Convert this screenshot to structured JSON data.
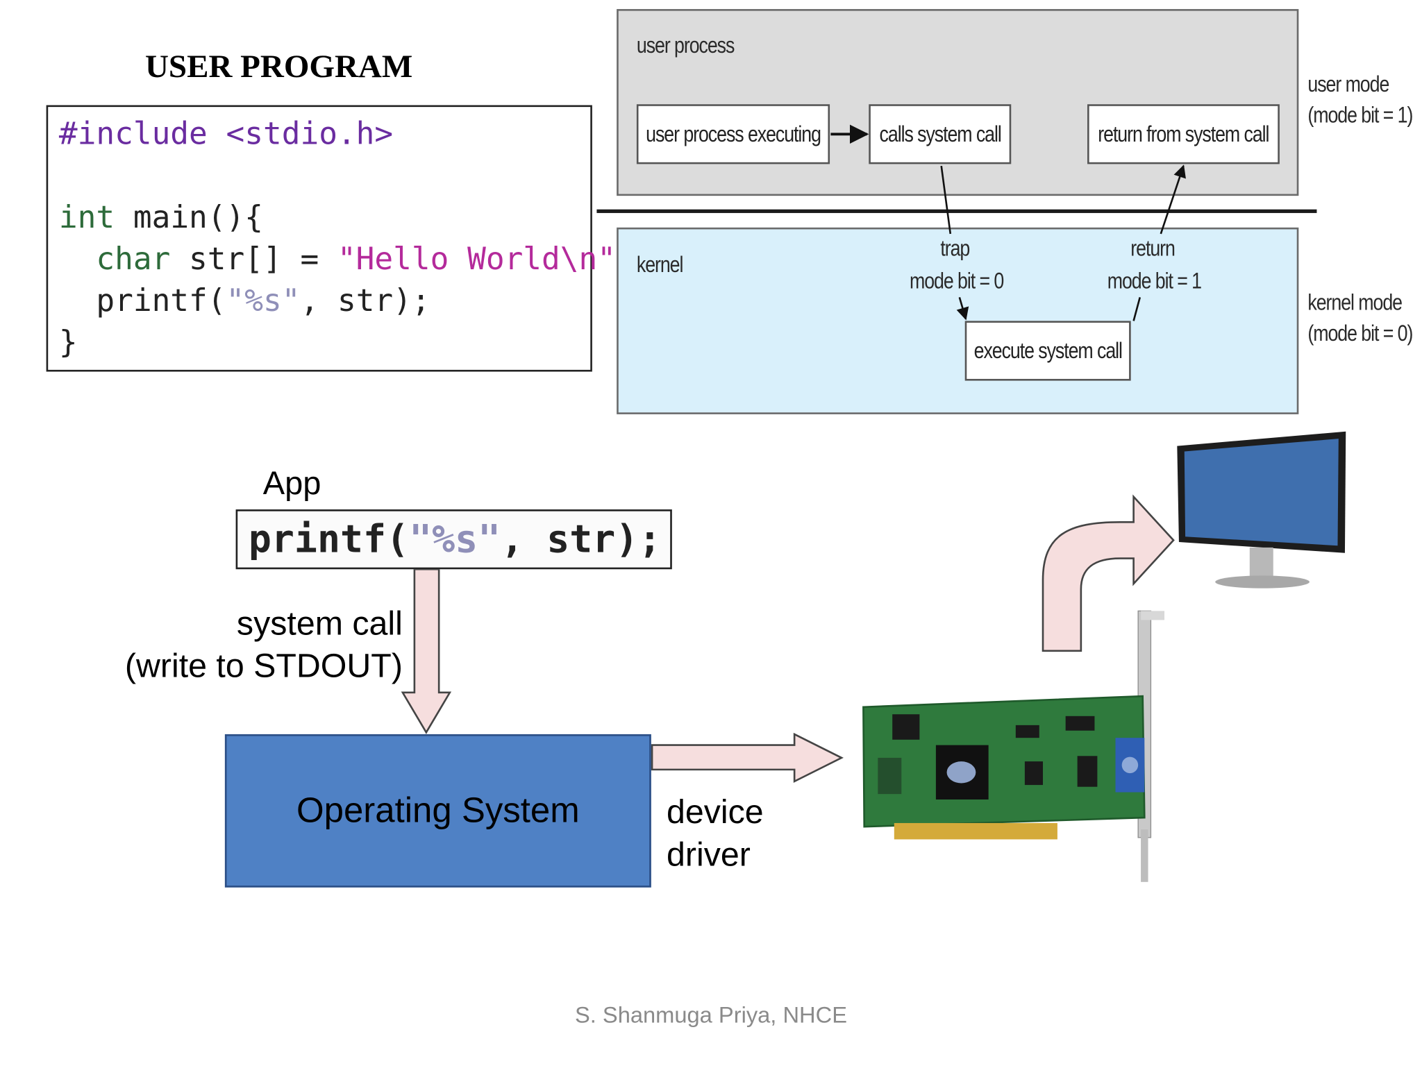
{
  "user_program": {
    "title": "USER PROGRAM",
    "code": [
      [
        {
          "t": "#include <stdio.h>",
          "c": "pre"
        }
      ],
      [],
      [
        {
          "t": "int",
          "c": "kw"
        },
        {
          "t": " main(){",
          "c": "txt"
        }
      ],
      [
        {
          "t": "  char",
          "c": "kw"
        },
        {
          "t": " str[] = ",
          "c": "txt"
        },
        {
          "t": "\"Hello World\\n\"",
          "c": "str"
        },
        {
          "t": ";",
          "c": "txt"
        }
      ],
      [
        {
          "t": "  printf(",
          "c": "txt"
        },
        {
          "t": "\"%s\"",
          "c": "fmt"
        },
        {
          "t": ", str);",
          "c": "txt"
        }
      ],
      [
        {
          "t": "}",
          "c": "txt"
        }
      ]
    ]
  },
  "mode_diagram": {
    "user_region_label": "user process",
    "kernel_region_label": "kernel",
    "user_mode_line1": "user mode",
    "user_mode_line2": "(mode bit = 1)",
    "kernel_mode_line1": "kernel mode",
    "kernel_mode_line2": "(mode bit = 0)",
    "box_executing": "user process executing",
    "box_calls": "calls system call",
    "box_return": "return from system call",
    "box_execute": "execute system call",
    "trap_line1": "trap",
    "trap_line2": "mode bit = 0",
    "return_line1": "return",
    "return_line2": "mode bit = 1",
    "colors": {
      "user_region": "#dcdcdc",
      "kernel_region": "#d9f0fb"
    }
  },
  "flow": {
    "app_label": "App",
    "app_code": [
      {
        "t": "printf(",
        "c": "txt"
      },
      {
        "t": "\"%s\"",
        "c": "fmt"
      },
      {
        "t": ", str);",
        "c": "txt"
      }
    ],
    "syscall_line1": "system call",
    "syscall_line2": "(write to STDOUT)",
    "os_label": "Operating System",
    "driver_line1": "device",
    "driver_line2": "driver",
    "colors": {
      "os_box": "#4f81c5",
      "arrow_fill": "#f6dede"
    },
    "icons": [
      "graphics-card-icon",
      "monitor-icon"
    ]
  },
  "footer": {
    "credit": "S. Shanmuga Priya, NHCE"
  }
}
